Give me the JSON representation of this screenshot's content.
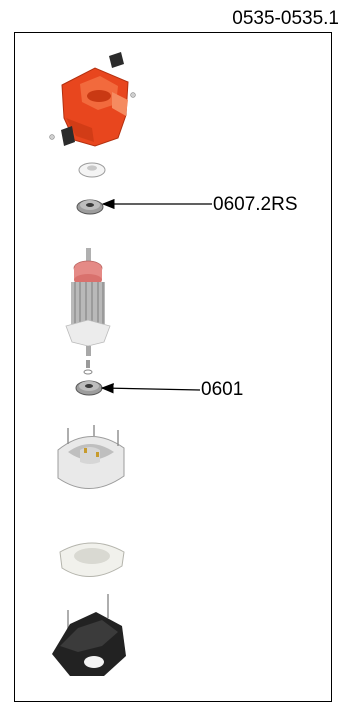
{
  "document_id": "0535-0535.1",
  "callouts": [
    {
      "part": "bearing-upper",
      "label": "0607.2RS"
    },
    {
      "part": "bearing-lower",
      "label": "0601"
    }
  ],
  "colors": {
    "brush_holder": "#e8461e",
    "brush": "#2b2b2b",
    "armature_collar": "#e58a86",
    "stator": "#e6e6e6",
    "base": "#222222"
  }
}
